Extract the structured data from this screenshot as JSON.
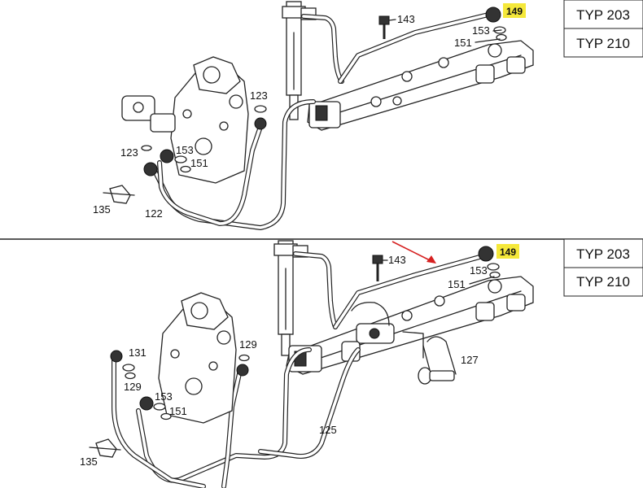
{
  "panels": [
    {
      "types": [
        "TYP 203",
        "TYP 210"
      ],
      "highlight_label": "149",
      "labels": {
        "p143": "143",
        "p153": "153",
        "p151": "151",
        "p123a": "123",
        "p123b": "123",
        "p153b": "153",
        "p151b": "151",
        "p135": "135",
        "p122": "122"
      }
    },
    {
      "types": [
        "TYP 203",
        "TYP 210"
      ],
      "highlight_label": "149",
      "labels": {
        "p143": "143",
        "p153": "153",
        "p151": "151",
        "p131": "131",
        "p129a": "129",
        "p129b": "129",
        "p153b": "153",
        "p151b": "151",
        "p127": "127",
        "p125": "125",
        "p135": "135"
      }
    }
  ],
  "colors": {
    "highlight": "#f5e83a",
    "arrow": "#d62020"
  }
}
